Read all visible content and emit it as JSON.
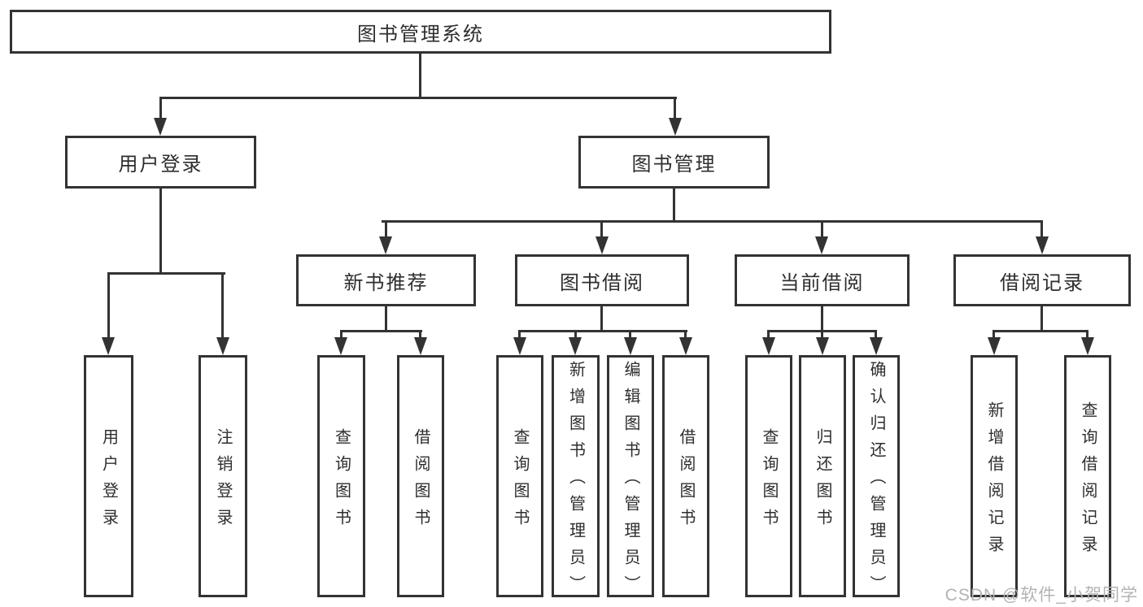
{
  "tree": {
    "label": "图书管理系统",
    "children": [
      {
        "label": "用户登录",
        "children": [
          {
            "label": "用户登录"
          },
          {
            "label": "注销登录"
          }
        ]
      },
      {
        "label": "图书管理",
        "children": [
          {
            "label": "新书推荐",
            "children": [
              {
                "label": "查询图书"
              },
              {
                "label": "借阅图书"
              }
            ]
          },
          {
            "label": "图书借阅",
            "children": [
              {
                "label": "查询图书"
              },
              {
                "label": "新增图书（管理员）"
              },
              {
                "label": "编辑图书（管理员）"
              },
              {
                "label": "借阅图书"
              }
            ]
          },
          {
            "label": "当前借阅",
            "children": [
              {
                "label": "查询图书"
              },
              {
                "label": "归还图书"
              },
              {
                "label": "确认归还（管理员）"
              }
            ]
          },
          {
            "label": "借阅记录",
            "children": [
              {
                "label": "新增借阅记录"
              },
              {
                "label": "查询借阅记录"
              }
            ]
          }
        ]
      }
    ]
  },
  "watermark": {
    "text": "CSDN @软件_小贺同学"
  },
  "colors": {
    "line": "#333333",
    "box_fill": "#ffffff",
    "text": "#2e2e2e",
    "watermark": "#b3b3b3"
  }
}
